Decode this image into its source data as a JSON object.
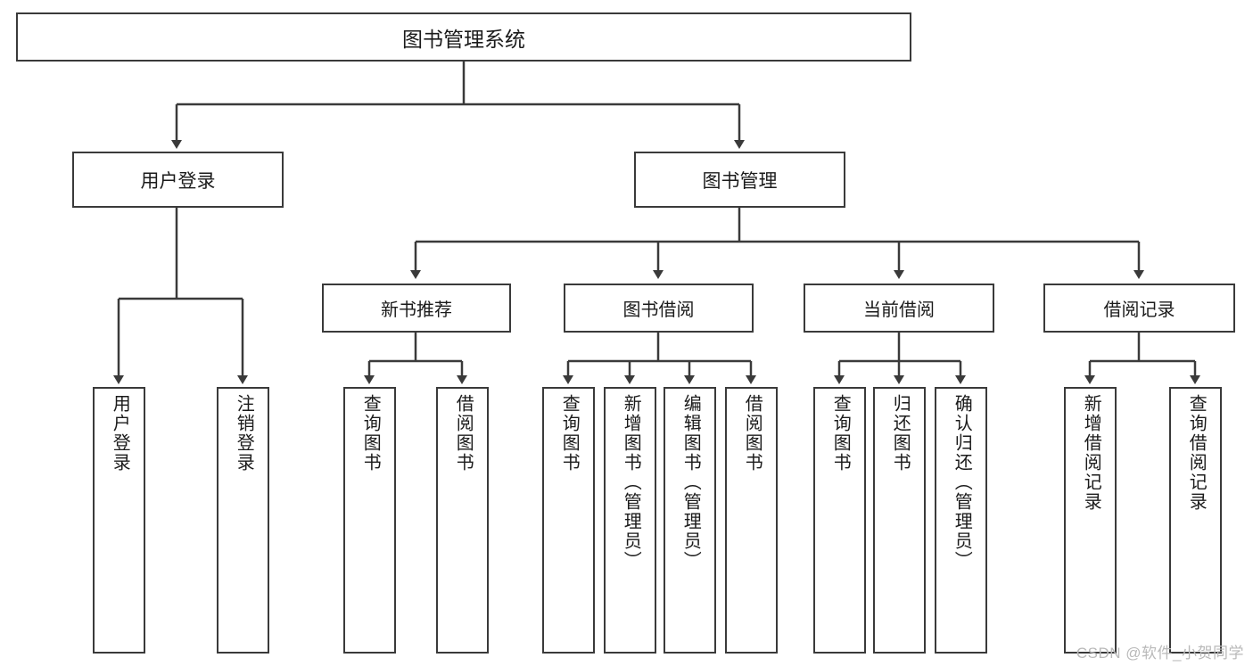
{
  "diagram": {
    "type": "tree-hierarchy",
    "title": "图书管理系统",
    "colors": {
      "stroke": "#3a3a3a",
      "fill": "#ffffff",
      "text": "#1b1b1b",
      "watermark": "#b9b9b9"
    },
    "root": {
      "label": "图书管理系统"
    },
    "level1": [
      {
        "label": "用户登录"
      },
      {
        "label": "图书管理"
      }
    ],
    "level2": [
      {
        "label": "新书推荐"
      },
      {
        "label": "图书借阅"
      },
      {
        "label": "当前借阅"
      },
      {
        "label": "借阅记录"
      }
    ],
    "leaves": {
      "user_login": [
        {
          "label": "用户登录"
        },
        {
          "label": "注销登录"
        }
      ],
      "new_book_recommend": [
        {
          "label": "查询图书"
        },
        {
          "label": "借阅图书"
        }
      ],
      "book_borrow": [
        {
          "label": "查询图书"
        },
        {
          "label": "新增图书（管理员）"
        },
        {
          "label": "编辑图书（管理员）"
        },
        {
          "label": "借阅图书"
        }
      ],
      "current_borrow": [
        {
          "label": "查询图书"
        },
        {
          "label": "归还图书"
        },
        {
          "label": "确认归还（管理员）"
        }
      ],
      "borrow_record": [
        {
          "label": "新增借阅记录"
        },
        {
          "label": "查询借阅记录"
        }
      ]
    }
  },
  "watermark": {
    "text": "CSDN @软件_小贺同学"
  }
}
